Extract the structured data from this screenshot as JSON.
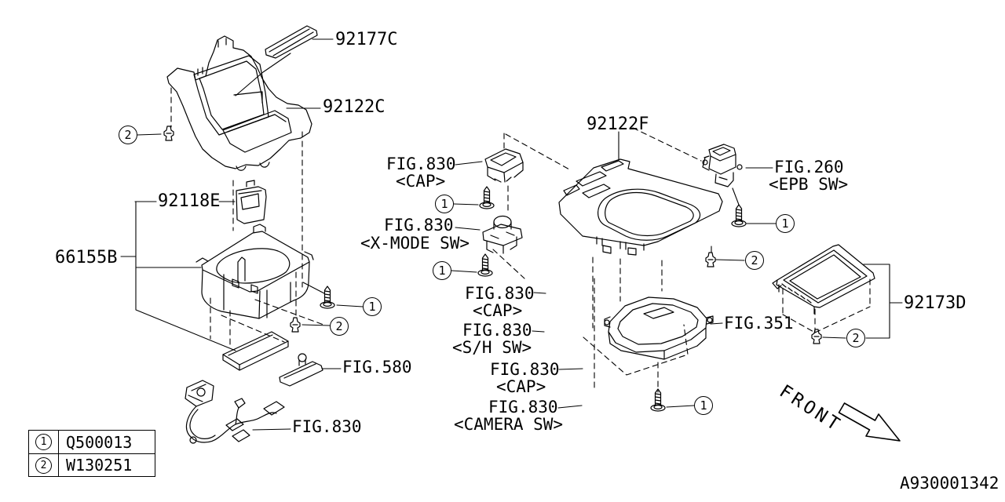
{
  "page": {
    "background": "#ffffff",
    "ink": "#000000"
  },
  "diagram": {
    "doc_number": "A930001342",
    "front_label": "FRONT",
    "callout_symbols": {
      "one": "1",
      "two": "2"
    },
    "part_labels": {
      "p92177c": "92177C",
      "p92122c": "92122C",
      "p92118e": "92118E",
      "p66155b": "66155B",
      "p92122f": "92122F",
      "p92173d": "92173D"
    },
    "figure_refs": {
      "cap_top": {
        "fig": "FIG.830",
        "variant": "<CAP>"
      },
      "xmode": {
        "fig": "FIG.830",
        "variant": "<X-MODE SW>"
      },
      "epb": {
        "fig": "FIG.260",
        "variant": "<EPB SW>"
      },
      "cap_mid": {
        "fig": "FIG.830",
        "variant": "<CAP>"
      },
      "sh": {
        "fig": "FIG.830",
        "variant": "<S/H SW>"
      },
      "cap_low": {
        "fig": "FIG.830",
        "variant": "<CAP>"
      },
      "camera": {
        "fig": "FIG.830",
        "variant": "<CAMERA SW>"
      },
      "fig351": {
        "fig": "FIG.351"
      },
      "fig580": {
        "fig": "FIG.580"
      },
      "harness": {
        "fig": "FIG.830"
      }
    },
    "legend": {
      "rows": [
        {
          "symbol": "1",
          "part_number": "Q500013"
        },
        {
          "symbol": "2",
          "part_number": "W130251"
        }
      ]
    }
  }
}
